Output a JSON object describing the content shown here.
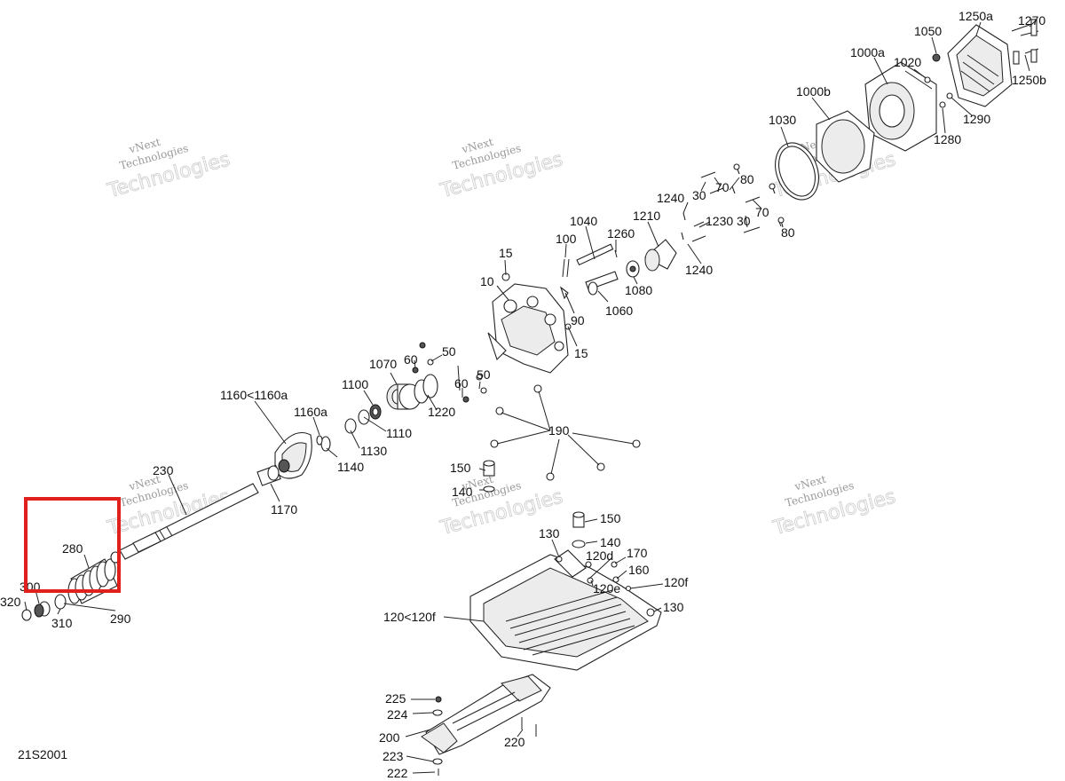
{
  "diagram_code": "21S2001",
  "watermark": {
    "line1": "vNext",
    "line2": "Technologies"
  },
  "highlight_color": "#e0201c",
  "labels": {
    "l1250a": "1250a",
    "l1270": "1270",
    "l1050": "1050",
    "l1000a": "1000a",
    "l1020": "1020",
    "l1250b": "1250b",
    "l1000b": "1000b",
    "l1290": "1290",
    "l1030": "1030",
    "l1280": "1280",
    "l80a": "80",
    "l70a": "70",
    "l30a": "30",
    "l1240a": "1240",
    "l1230": "1230",
    "l30b": "30",
    "l70b": "70",
    "l80b": "80",
    "l1040": "1040",
    "l1210": "1210",
    "l1260": "1260",
    "l100": "100",
    "l1240b": "1240",
    "l1080": "1080",
    "l15a": "15",
    "l10": "10",
    "l1060": "1060",
    "l90": "90",
    "l15b": "15",
    "l50a": "50",
    "l60a": "60",
    "l50b": "50",
    "l1070": "1070",
    "l60b": "60",
    "l1100": "1100",
    "l1220": "1220",
    "l1160": "1160<1160a",
    "l1160a": "1160a",
    "l1110": "1110",
    "l1130": "1130",
    "l190": "190",
    "l1140": "1140",
    "l230": "230",
    "l150a": "150",
    "l140a": "140",
    "l1170": "1170",
    "l150b": "150",
    "l140b": "140",
    "l130a": "130",
    "l120d": "120d",
    "l170": "170",
    "l160": "160",
    "l120e": "120e",
    "l120f": "120f",
    "l130b": "130",
    "l120": "120<120f",
    "l280": "280",
    "l300": "300",
    "l320": "320",
    "l310": "310",
    "l290": "290",
    "l225": "225",
    "l224": "224",
    "l200": "200",
    "l220": "220",
    "l223": "223",
    "l222": "222"
  }
}
